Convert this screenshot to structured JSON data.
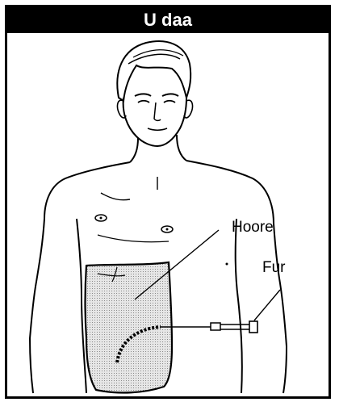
{
  "title": "U daa",
  "labels": {
    "area": "Hoore",
    "opening": "Fur"
  },
  "colors": {
    "title_bg": "#000000",
    "title_text": "#ffffff",
    "shaded_area": "#d4d4d4",
    "line": "#000000"
  }
}
